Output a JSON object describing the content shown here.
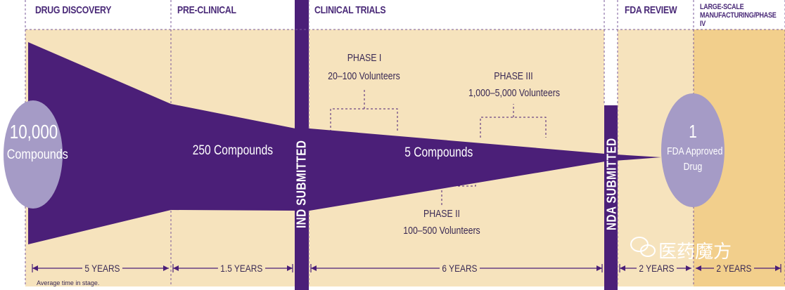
{
  "stages": [
    {
      "key": "drug-discovery",
      "title": "DRUG DISCOVERY"
    },
    {
      "key": "pre-clinical",
      "title": "PRE-CLINICAL"
    },
    {
      "key": "clinical-trials",
      "title": "CLINICAL TRIALS"
    },
    {
      "key": "fda-review",
      "title": "FDA REVIEW"
    },
    {
      "key": "manufacturing",
      "title": "LARGE-SCALE MANUFACTURING/PHASE IV"
    }
  ],
  "milestones": {
    "ind": "IND SUBMITTED",
    "nda": "NDA SUBMITTED"
  },
  "start_circle": {
    "count": "10,000",
    "unit": "Compounds"
  },
  "end_circle": {
    "count": "1",
    "line1": "FDA Approved",
    "line2": "Drug"
  },
  "funnel_labels": {
    "preclinical": "250 Compounds",
    "clinical": "5 Compounds"
  },
  "phases": {
    "phase1": {
      "name": "PHASE I",
      "volunteers": "20–100 Volunteers"
    },
    "phase2": {
      "name": "PHASE II",
      "volunteers": "100–500 Volunteers"
    },
    "phase3": {
      "name": "PHASE III",
      "volunteers": "1,000–5,000 Volunteers"
    }
  },
  "durations": {
    "drug_discovery": "5 YEARS",
    "pre_clinical": "1.5 YEARS",
    "clinical": "6 YEARS",
    "fda_review": "2 YEARS",
    "manufacturing": "2 YEARS"
  },
  "footnote": "Average time in stage.",
  "watermark": "医药魔方",
  "colors": {
    "panel": "#f6e3bd",
    "panel_dark": "#f2cf8c",
    "funnel": "#4b1f78",
    "circle": "#a59bc6",
    "text": "#3a2a55"
  }
}
